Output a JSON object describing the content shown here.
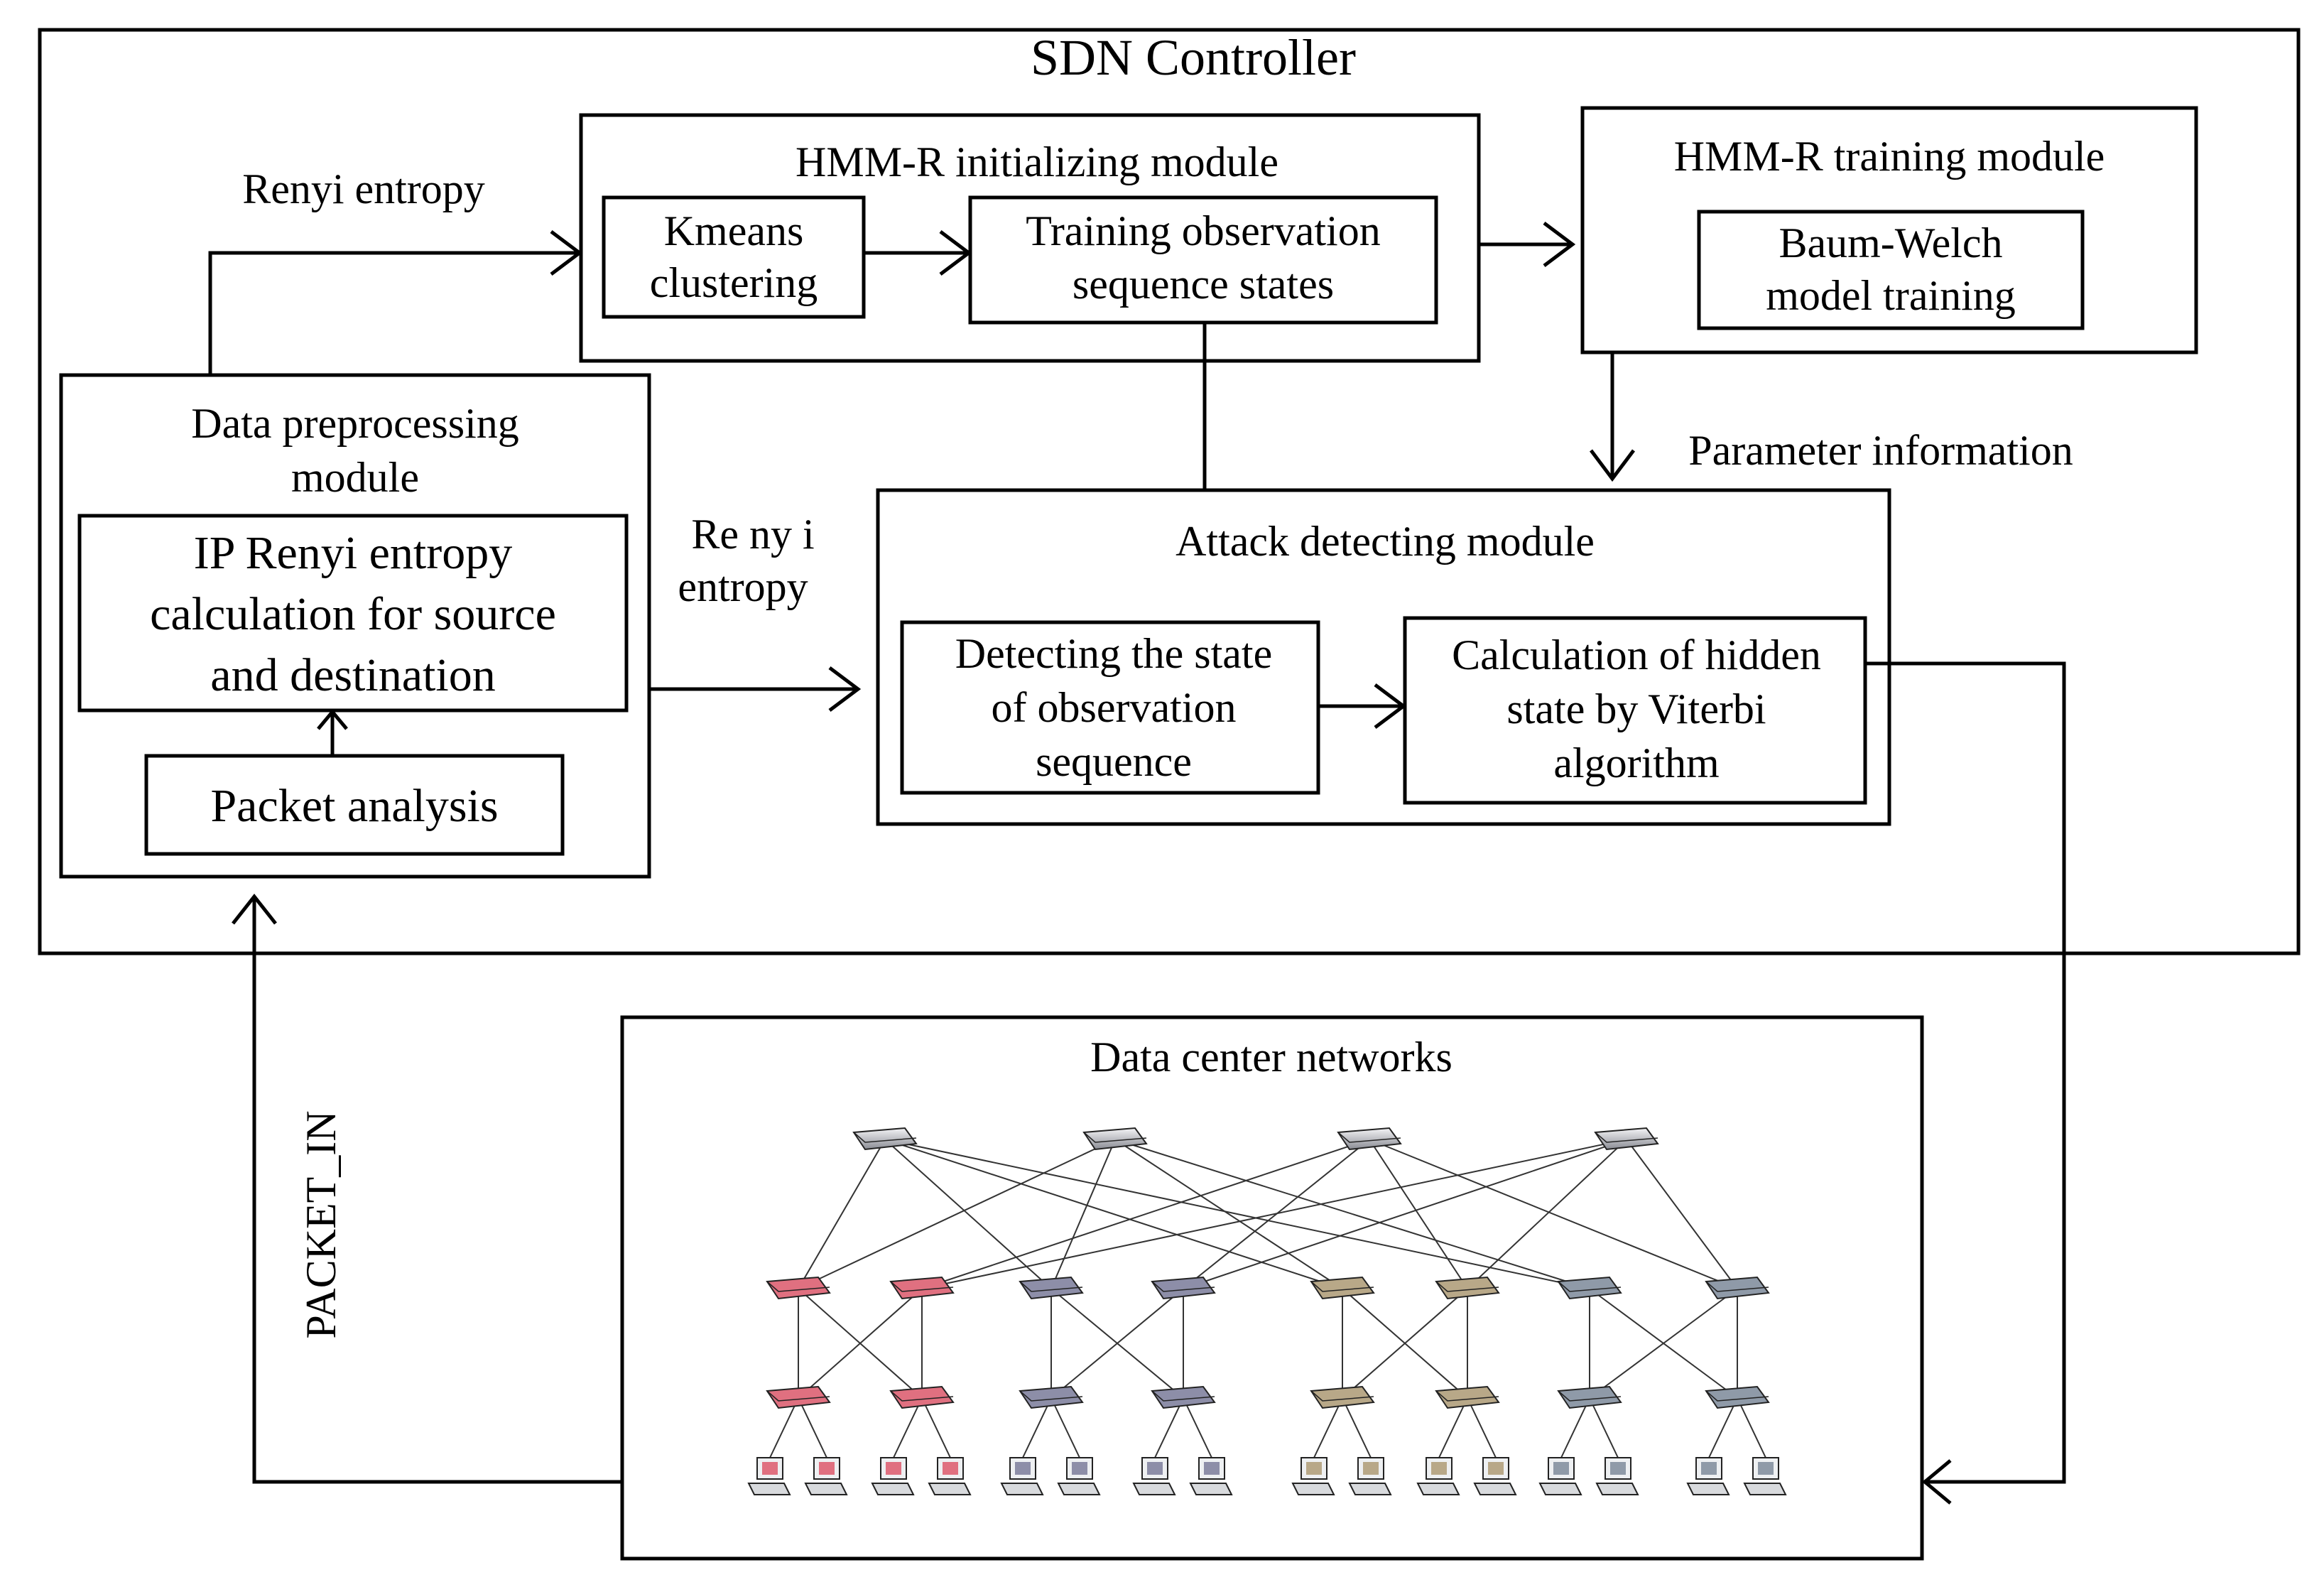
{
  "controller": {
    "title": "SDN Controller"
  },
  "modules": {
    "initializing": {
      "title": "HMM-R initializing module",
      "kmeans": [
        "Kmeans",
        "clustering"
      ],
      "training_obs": [
        "Training observation",
        "sequence states"
      ]
    },
    "training": {
      "title": "HMM-R training module",
      "baum_welch": [
        "Baum-Welch",
        "model training"
      ]
    },
    "preprocessing": {
      "title": [
        "Data preprocessing",
        "module"
      ],
      "entropy_calc": [
        "IP Renyi entropy",
        "calculation for source",
        "and destination"
      ],
      "packet_analysis": "Packet analysis"
    },
    "detecting": {
      "title": "Attack detecting module",
      "detect_state": [
        "Detecting the state",
        "of observation",
        "sequence"
      ],
      "viterbi": [
        "Calculation of hidden",
        "state by Viterbi",
        "algorithm"
      ]
    },
    "network": {
      "title": "Data center networks"
    }
  },
  "edge_labels": {
    "renyi_top": "Renyi entropy",
    "renyi_mid": [
      "Re ny i",
      "entropy"
    ],
    "parameter_info": "Parameter information",
    "packet_in": "PACKET_IN"
  },
  "colors": {
    "line": "#000000",
    "device_colors": [
      "#e07080",
      "#e07080",
      "#8d8ea8",
      "#8d8ea8",
      "#b8a888",
      "#b8a888",
      "#8f9aa8",
      "#8f9aa8"
    ]
  }
}
